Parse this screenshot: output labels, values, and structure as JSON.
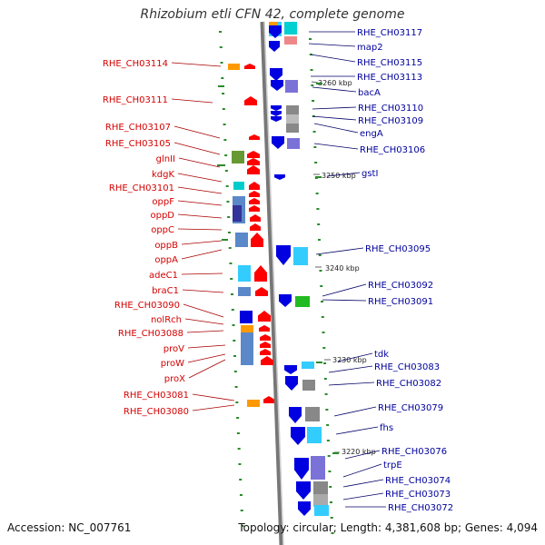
{
  "title": "Rhizobium etli CFN 42, complete genome",
  "footer": {
    "accession": "Accession: NC_007761",
    "topology": "Topology: circular; Length: 4,381,608 bp; Genes: 4,094"
  },
  "colors": {
    "left_label": "#d40000",
    "right_label": "#00009c",
    "strand_line": "#888888",
    "tick": "#2a8a2a",
    "forward_gene": "#ff0000",
    "reverse_gene": "#0000e0"
  },
  "scale_marks": [
    {
      "label": "3260 kbp",
      "kbp": 3260
    },
    {
      "label": "3250 kbp",
      "kbp": 3250
    },
    {
      "label": "3240 kbp",
      "kbp": 3240
    },
    {
      "label": "3230 kbp",
      "kbp": 3230
    },
    {
      "label": "3220 kbp",
      "kbp": 3220
    }
  ],
  "left_labels": [
    "RHE_CH03114",
    "RHE_CH03111",
    "RHE_CH03107",
    "RHE_CH03105",
    "glnII",
    "kdgK",
    "RHE_CH03101",
    "oppF",
    "oppD",
    "oppC",
    "oppB",
    "oppA",
    "adeC1",
    "braC1",
    "RHE_CH03090",
    "nolRch",
    "RHE_CH03088",
    "proV",
    "proW",
    "proX",
    "RHE_CH03081",
    "RHE_CH03080"
  ],
  "right_labels": [
    "RHE_CH03117",
    "map2",
    "RHE_CH03115",
    "RHE_CH03113",
    "bacA",
    "RHE_CH03110",
    "RHE_CH03109",
    "engA",
    "RHE_CH03106",
    "gstI",
    "RHE_CH03095",
    "RHE_CH03092",
    "RHE_CH03091",
    "tdk",
    "RHE_CH03083",
    "RHE_CH03082",
    "RHE_CH03079",
    "fhs",
    "RHE_CH03076",
    "trpE",
    "RHE_CH03074",
    "RHE_CH03073",
    "RHE_CH03072"
  ]
}
